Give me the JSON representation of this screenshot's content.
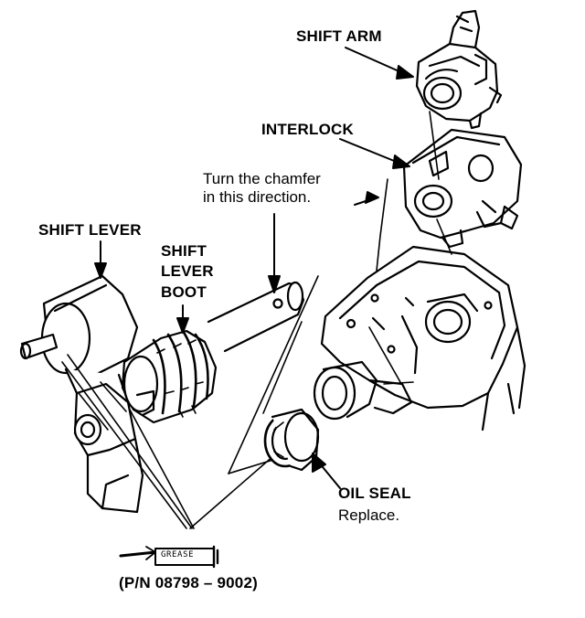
{
  "labels": {
    "shift_arm": "SHIFT ARM",
    "interlock": "INTERLOCK",
    "chamfer_line1": "Turn the chamfer",
    "chamfer_line2": "in this direction.",
    "shift_lever": "SHIFT LEVER",
    "boot_line1": "SHIFT",
    "boot_line2": "LEVER",
    "boot_line3": "BOOT",
    "oil_seal": "OIL SEAL",
    "replace": "Replace.",
    "grease": "GREASE",
    "part_number": "(P/N 08798 – 9002)"
  },
  "colors": {
    "ink": "#000000",
    "paper": "#ffffff"
  }
}
